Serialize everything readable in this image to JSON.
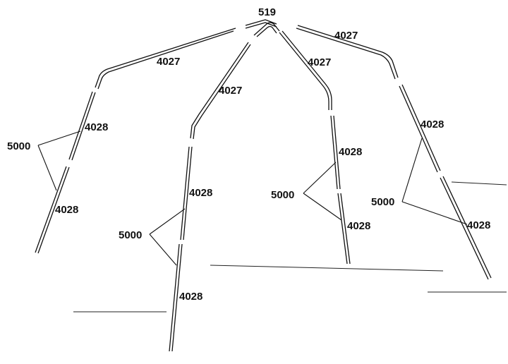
{
  "parts": {
    "top_connector": "519",
    "upper_bows": [
      "4027",
      "4027",
      "4027",
      "4027"
    ],
    "leg_tubes": [
      "4028",
      "4028",
      "4028",
      "4028",
      "4028",
      "4028",
      "4028",
      "4028"
    ],
    "fittings": [
      "5000",
      "5000",
      "5000",
      "5000"
    ]
  }
}
